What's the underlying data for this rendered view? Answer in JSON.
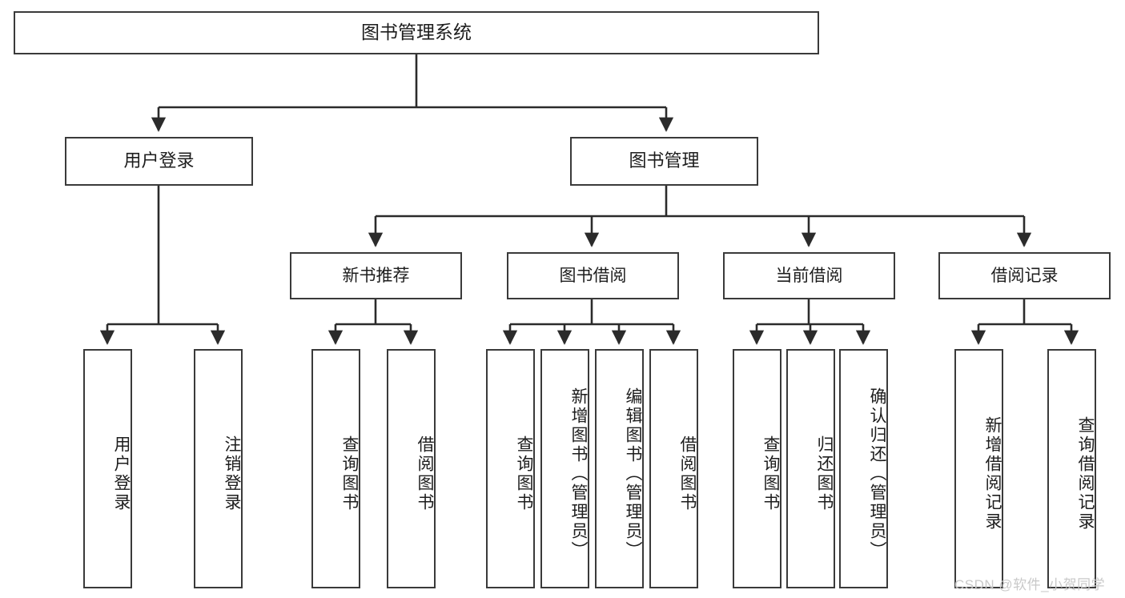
{
  "diagram": {
    "title": "图书管理系统",
    "type": "tree",
    "root": {
      "label": "图书管理系统"
    },
    "level2": [
      {
        "label": "用户登录"
      },
      {
        "label": "图书管理"
      }
    ],
    "level3": [
      {
        "label": "新书推荐"
      },
      {
        "label": "图书借阅"
      },
      {
        "label": "当前借阅"
      },
      {
        "label": "借阅记录"
      }
    ],
    "leaves_user_login": [
      {
        "label": "用户登录"
      },
      {
        "label": "注销登录"
      }
    ],
    "leaves_new_book": [
      {
        "label": "查询图书"
      },
      {
        "label": "借阅图书"
      }
    ],
    "leaves_borrow": [
      {
        "label": "查询图书"
      },
      {
        "label": "新增图书（管理员）"
      },
      {
        "label": "编辑图书（管理员）"
      },
      {
        "label": "借阅图书"
      }
    ],
    "leaves_current": [
      {
        "label": "查询图书"
      },
      {
        "label": "归还图书"
      },
      {
        "label": "确认归还（管理员）"
      }
    ],
    "leaves_record": [
      {
        "label": "新增借阅记录"
      },
      {
        "label": "查询借阅记录"
      }
    ],
    "colors": {
      "box_border": "#3a3a3a",
      "box_fill": "#ffffff",
      "line": "#2b2b2b",
      "text": "#1d1d1d",
      "watermark": "#c9c9c9"
    }
  },
  "watermark": {
    "text": "CSDN @软件_小贺同学"
  }
}
